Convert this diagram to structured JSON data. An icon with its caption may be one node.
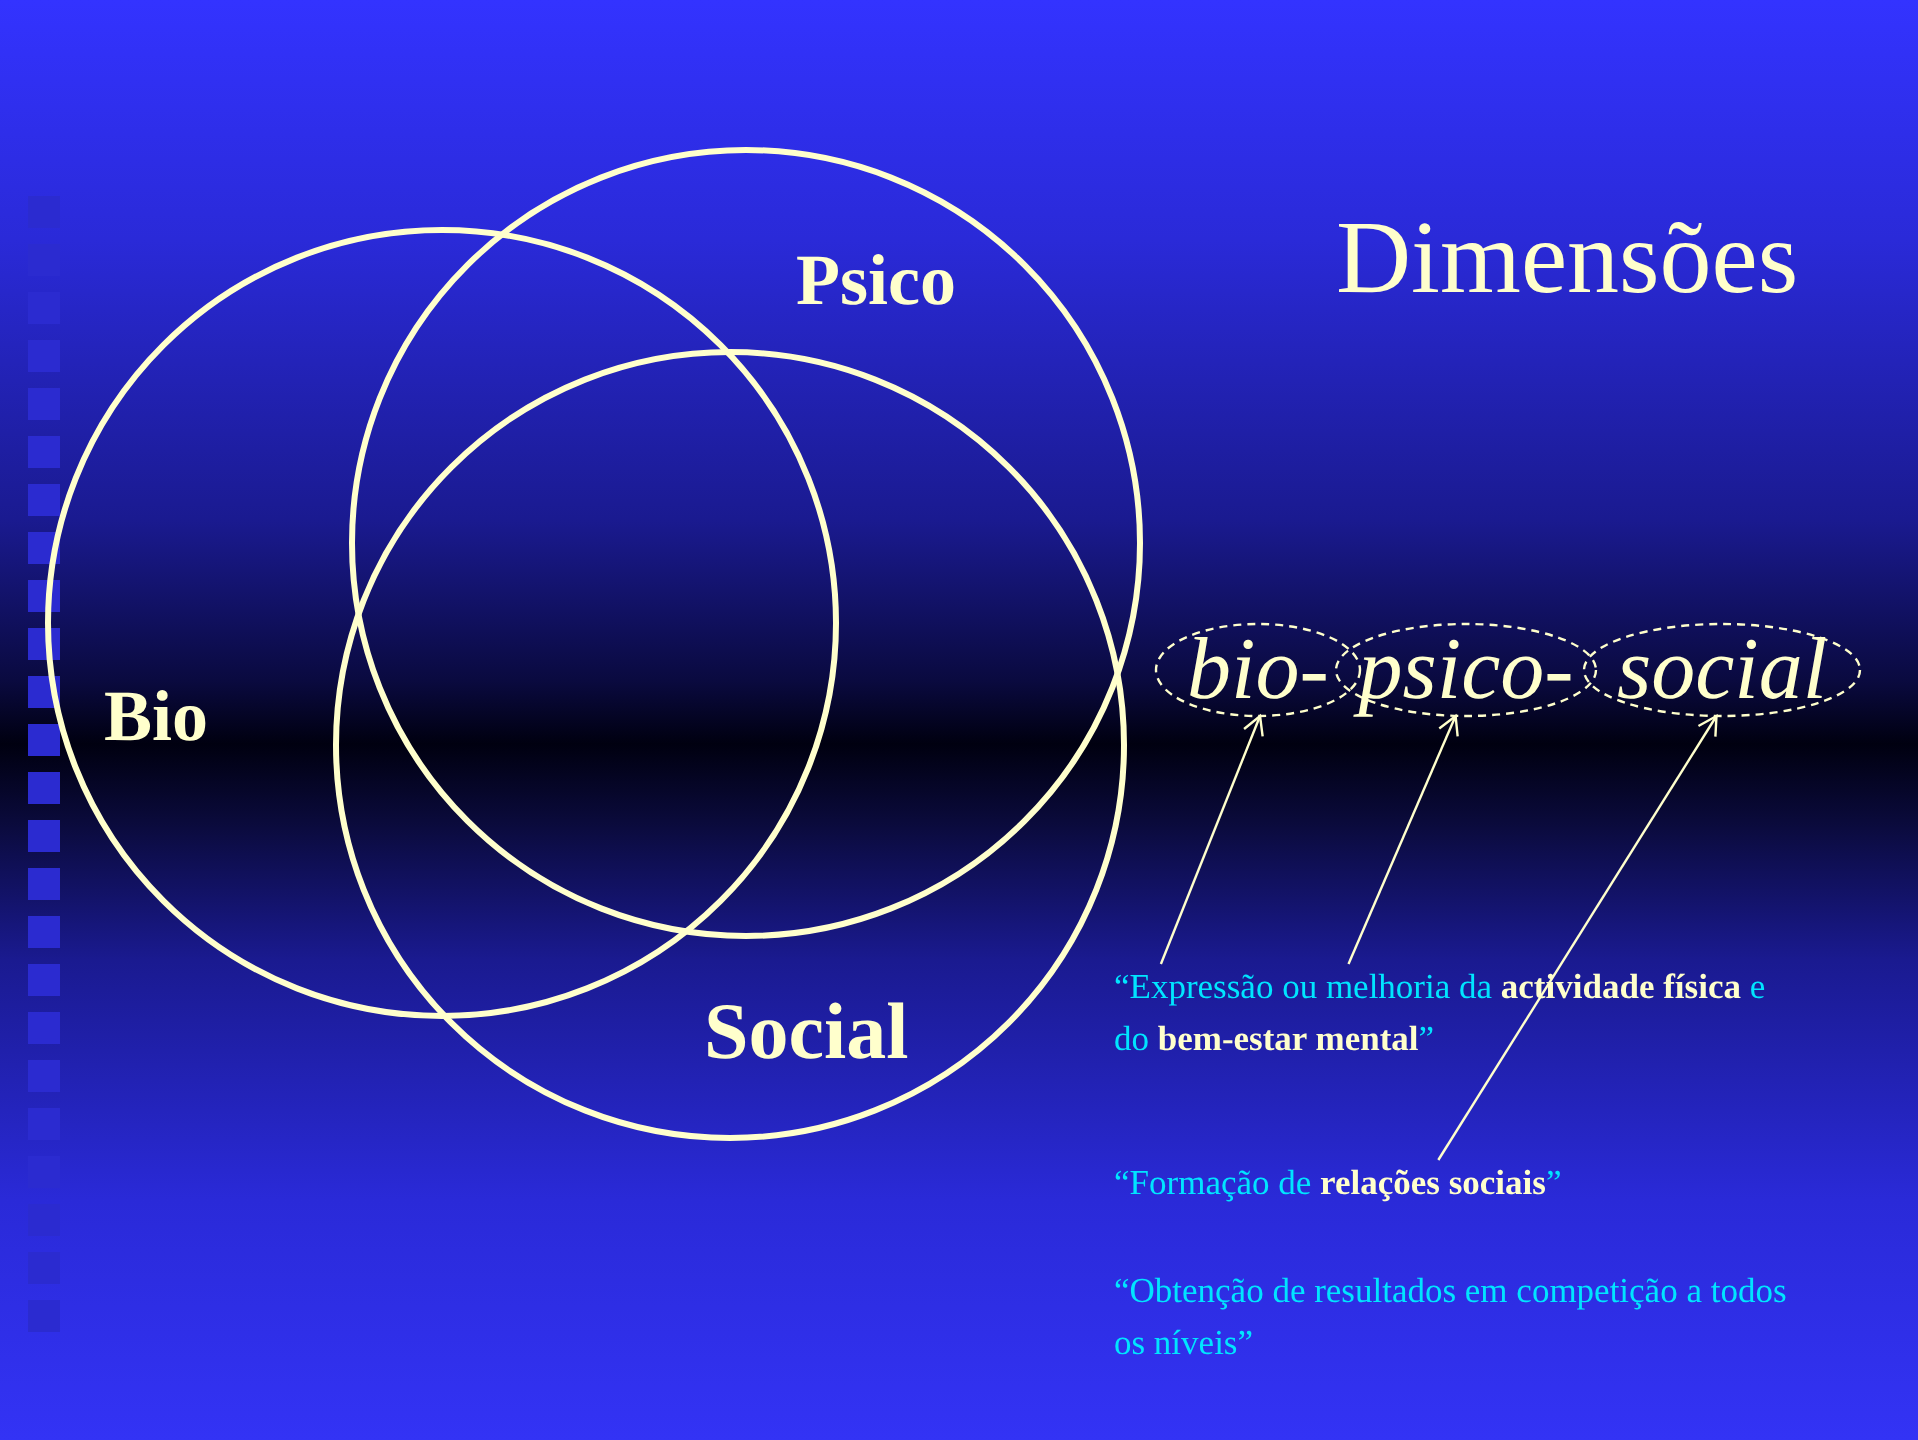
{
  "diagram": {
    "title": "Dimensões",
    "nodes": [
      {
        "text": [
          "Bio"
        ]
      },
      {
        "text": [
          "Psico"
        ]
      },
      {
        "text": [
          "Social"
        ]
      },
      {
        "text": [
          "bio-"
        ]
      },
      {
        "text": [
          "psico-"
        ]
      },
      {
        "text": [
          "social"
        ]
      },
      {
        "text": [
          "“Expressão ou melhoria da **actividade física** e do **bem-estar mental**”"
        ]
      },
      {
        "text": [
          "“Formação de **relações sociais**”"
        ]
      },
      {
        "text": [
          "“Obtenção de resultados em competição a todos os níveis”"
        ]
      }
    ],
    "edges": [
      {
        "from": 6,
        "to": 3,
        "arrow": "to"
      },
      {
        "from": 6,
        "to": 4,
        "arrow": "to"
      },
      {
        "from": 7,
        "to": 5,
        "arrow": "to"
      }
    ]
  }
}
